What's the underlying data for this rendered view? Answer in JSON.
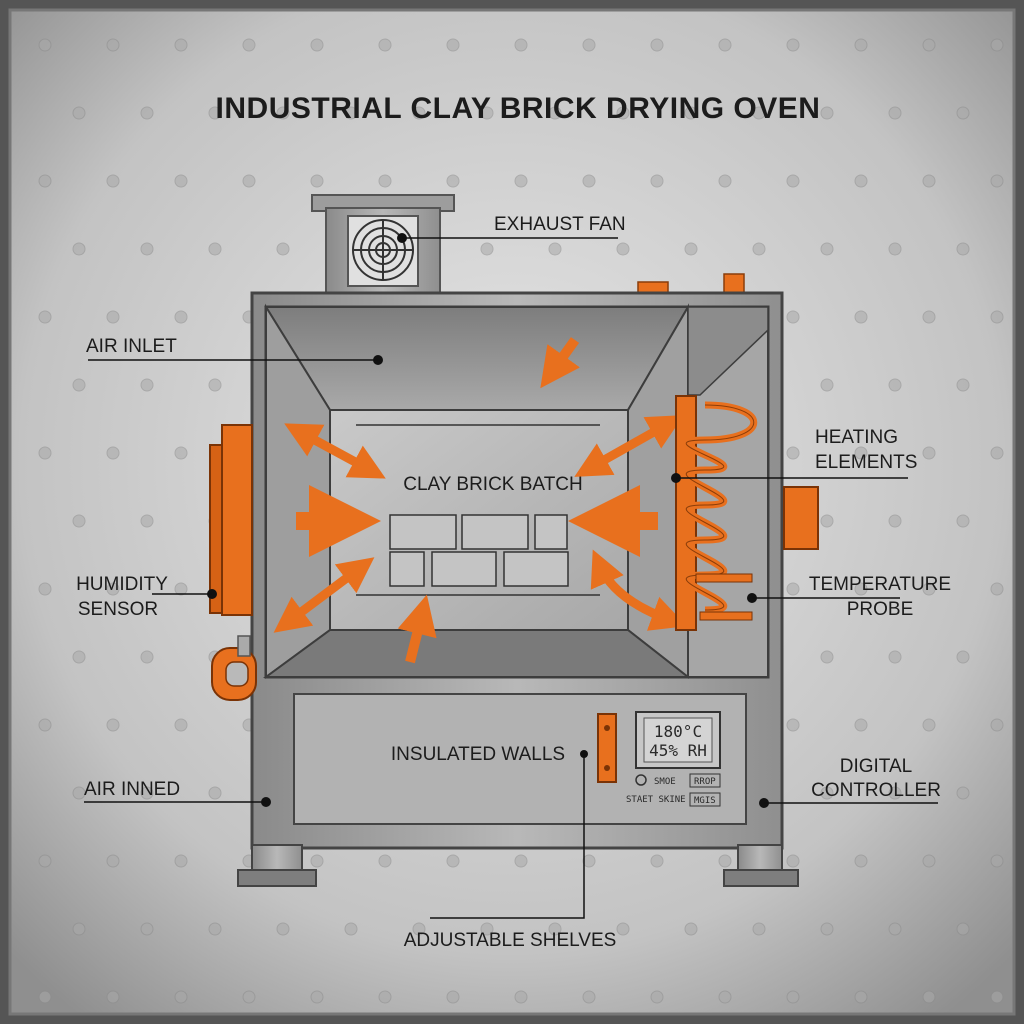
{
  "title": "INDUSTRIAL CLAY BRICK DRYING OVEN",
  "labels": {
    "exhaust_fan": "EXHAUST FAN",
    "air_inlet": "AIR INLET",
    "heating_elements_1": "HEATING",
    "heating_elements_2": "ELEMENTS",
    "clay_brick_batch": "CLAY BRICK BATCH",
    "humidity_sensor_1": "HUMIDITY",
    "humidity_sensor_2": "SENSOR",
    "temperature_probe_1": "TEMPERATURE",
    "temperature_probe_2": "PROBE",
    "insulated_walls": "INSULATED WALLS",
    "air_inned": "AIR INNED",
    "digital_controller_1": "DIGITAL",
    "digital_controller_2": "CONTROLLER",
    "adjustable_shelves": "ADJUSTABLE SHELVES"
  },
  "controller": {
    "display_line1": "180°C",
    "display_line2": "45% RH",
    "button_1": "SMOE",
    "button_2": "RROP",
    "button_3": "MGIS",
    "row_text": "STAET SKINE"
  },
  "colors": {
    "accent": "#e8701e",
    "panel": "#b9b9b9",
    "steel": "#9a9a9a",
    "text": "#1c1c1c"
  }
}
